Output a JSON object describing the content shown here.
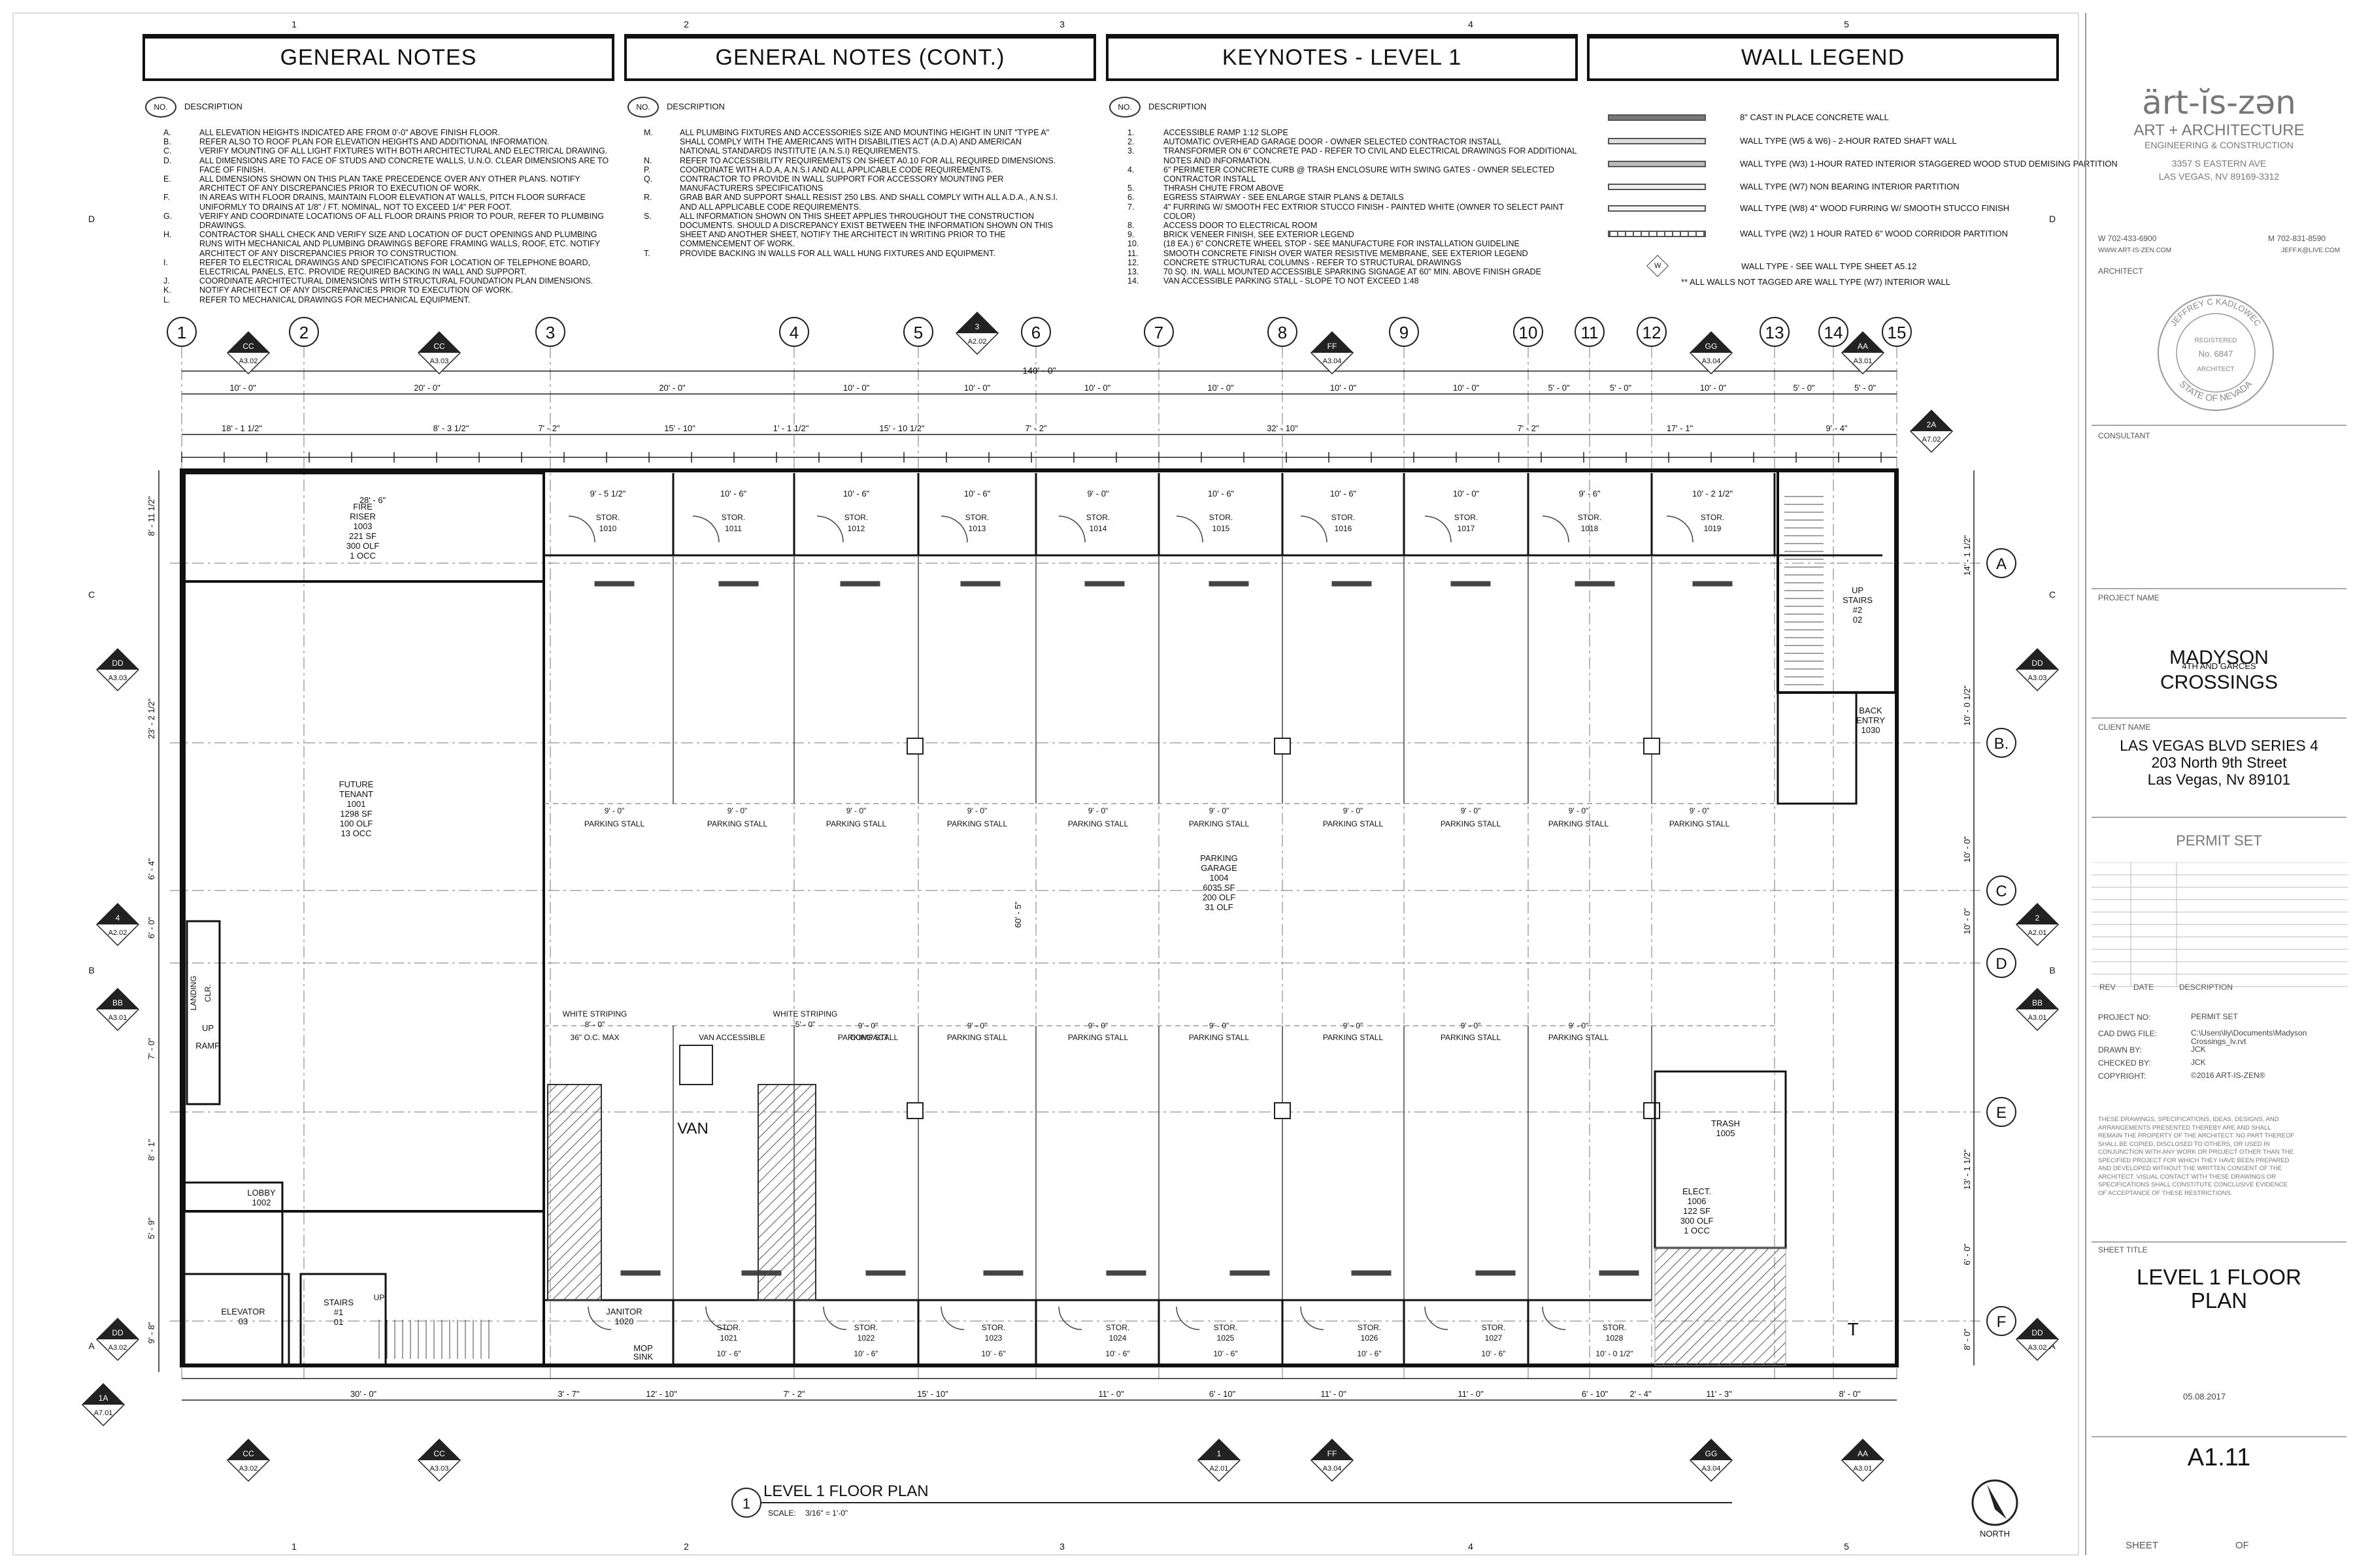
{
  "headers": {
    "general_notes": "GENERAL NOTES",
    "general_notes_cont": "GENERAL NOTES (CONT.)",
    "keynotes": "KEYNOTES - LEVEL 1",
    "wall_legend": "WALL LEGEND"
  },
  "no_label": "NO.",
  "description_label": "DESCRIPTION",
  "general_notes": [
    {
      "l": "A.",
      "t": "ALL ELEVATION HEIGHTS INDICATED ARE FROM 0'-0\" ABOVE FINISH FLOOR."
    },
    {
      "l": "B.",
      "t": "REFER ALSO TO ROOF PLAN FOR ELEVATION HEIGHTS AND ADDITIONAL INFORMATION."
    },
    {
      "l": "C.",
      "t": "VERIFY MOUNTING OF ALL LIGHT FIXTURES WITH BOTH ARCHITECTURAL AND ELECTRICAL DRAWING."
    },
    {
      "l": "D.",
      "t": "ALL DIMENSIONS ARE TO FACE OF STUDS AND CONCRETE WALLS, U.N.O. CLEAR DIMENSIONS ARE TO FACE OF FINISH."
    },
    {
      "l": "E.",
      "t": "ALL DIMENSIONS SHOWN ON THIS PLAN TAKE PRECEDENCE OVER ANY OTHER PLANS. NOTIFY ARCHITECT OF ANY DISCREPANCIES PRIOR TO EXECUTION OF WORK."
    },
    {
      "l": "F.",
      "t": "IN AREAS WITH FLOOR DRAINS, MAINTAIN FLOOR ELEVATION AT WALLS, PITCH FLOOR SURFACE UNIFORMLY TO DRAINS AT 1/8\" / FT. NOMINAL, NOT TO EXCEED 1/4\" PER FOOT."
    },
    {
      "l": "G.",
      "t": "VERIFY AND COORDINATE LOCATIONS OF ALL FLOOR DRAINS PRIOR TO POUR, REFER TO PLUMBING DRAWINGS."
    },
    {
      "l": "H.",
      "t": "CONTRACTOR SHALL CHECK AND VERIFY SIZE AND LOCATION OF DUCT OPENINGS AND PLUMBING RUNS WITH MECHANICAL AND PLUMBING DRAWINGS BEFORE FRAMING WALLS, ROOF, ETC. NOTIFY ARCHITECT OF ANY DISCREPANCIES PRIOR TO CONSTRUCTION."
    },
    {
      "l": "I.",
      "t": "REFER TO ELECTRICAL DRAWINGS AND SPECIFICATIONS FOR LOCATION OF TELEPHONE BOARD, ELECTRICAL PANELS, ETC. PROVIDE REQUIRED BACKING IN WALL AND SUPPORT."
    },
    {
      "l": "J.",
      "t": "COORDINATE ARCHITECTURAL DIMENSIONS WITH STRUCTURAL FOUNDATION PLAN DIMENSIONS."
    },
    {
      "l": "K.",
      "t": "NOTIFY ARCHITECT OF ANY DISCREPANCIES PRIOR TO EXECUTION OF WORK."
    },
    {
      "l": "L.",
      "t": "REFER TO MECHANICAL DRAWINGS FOR MECHANICAL EQUIPMENT."
    }
  ],
  "general_notes_cont": [
    {
      "l": "M.",
      "t": "ALL PLUMBING FIXTURES AND ACCESSORIES SIZE AND MOUNTING HEIGHT IN UNIT \"TYPE A\" SHALL COMPLY WITH THE AMERICANS WITH DISABILITIES ACT (A.D.A) AND AMERICAN NATIONAL STANDARDS INSTITUTE (A.N.S.I) REQUIREMENTS."
    },
    {
      "l": "N.",
      "t": "REFER TO ACCESSIBILITY REQUIREMENTS ON SHEET A0.10 FOR ALL REQUIRED DIMENSIONS."
    },
    {
      "l": "P.",
      "t": "COORDINATE WITH A.D.A, A.N.S.I AND ALL APPLICABLE CODE REQUIREMENTS."
    },
    {
      "l": "Q.",
      "t": "CONTRACTOR TO PROVIDE IN WALL SUPPORT FOR ACCESSORY MOUNTING PER MANUFACTURERS SPECIFICATIONS"
    },
    {
      "l": "R.",
      "t": "GRAB BAR AND SUPPORT SHALL RESIST 250 LBS. AND SHALL COMPLY WITH ALL A.D.A., A.N.S.I. AND ALL APPLICABLE CODE REQUIREMENTS."
    },
    {
      "l": "S.",
      "t": "ALL INFORMATION SHOWN ON THIS SHEET APPLIES THROUGHOUT THE CONSTRUCTION DOCUMENTS. SHOULD A DISCREPANCY EXIST BETWEEN THE INFORMATION SHOWN ON THIS SHEET AND ANOTHER SHEET, NOTIFY THE ARCHITECT IN WRITING PRIOR TO THE COMMENCEMENT OF WORK."
    },
    {
      "l": "T.",
      "t": "PROVIDE BACKING IN WALLS FOR ALL WALL HUNG FIXTURES AND EQUIPMENT."
    }
  ],
  "keynotes": [
    {
      "l": "1.",
      "t": "ACCESSIBLE RAMP 1:12 SLOPE"
    },
    {
      "l": "2.",
      "t": "AUTOMATIC OVERHEAD GARAGE DOOR - OWNER SELECTED CONTRACTOR INSTALL"
    },
    {
      "l": "3.",
      "t": "TRANSFORMER ON 6\" CONCRETE PAD - REFER TO CIVIL AND ELECTRICAL DRAWINGS FOR ADDITIONAL NOTES AND INFORMATION."
    },
    {
      "l": "4.",
      "t": "6\" PERIMETER CONCRETE CURB @ TRASH ENCLOSURE WITH SWING GATES - OWNER SELECTED CONTRACTOR INSTALL"
    },
    {
      "l": "5.",
      "t": "THRASH CHUTE FROM ABOVE"
    },
    {
      "l": "6.",
      "t": "EGRESS STAIRWAY - SEE ENLARGE STAIR PLANS & DETAILS"
    },
    {
      "l": "7.",
      "t": "4\" FURRING W/ SMOOTH FEC EXTRIOR STUCCO FINISH - PAINTED WHITE (OWNER TO SELECT PAINT COLOR)"
    },
    {
      "l": "8.",
      "t": "ACCESS DOOR TO ELECTRICAL ROOM"
    },
    {
      "l": "9.",
      "t": "BRICK VENEER FINISH, SEE EXTERIOR LEGEND"
    },
    {
      "l": "10.",
      "t": "(18 EA.) 6\" CONCRETE WHEEL STOP - SEE MANUFACTURE FOR INSTALLATION GUIDELINE"
    },
    {
      "l": "11.",
      "t": "SMOOTH CONCRETE FINISH OVER WATER RESISTIVE MEMBRANE, SEE EXTERIOR LEGEND"
    },
    {
      "l": "12.",
      "t": "CONCRETE STRUCTURAL COLUMNS - REFER TO STRUCTURAL DRAWINGS"
    },
    {
      "l": "13.",
      "t": "70 SQ. IN. WALL MOUNTED ACCESSIBLE SPARKING SIGNAGE AT 60\" MIN. ABOVE FINISH GRADE"
    },
    {
      "l": "14.",
      "t": "VAN ACCESSIBLE PARKING STALL - SLOPE TO NOT EXCEED 1:48"
    }
  ],
  "wall_legend": [
    {
      "t": "8\" CAST IN PLACE CONCRETE WALL"
    },
    {
      "t": "WALL TYPE (W5 & W6) - 2-HOUR RATED SHAFT WALL"
    },
    {
      "t": "WALL TYPE (W3) 1-HOUR RATED INTERIOR STAGGERED WOOD STUD DEMISING PARTITION"
    },
    {
      "t": "WALL TYPE (W7) NON BEARING INTERIOR PARTITION"
    },
    {
      "t": "WALL TYPE (W8) 4\" WOOD FURRING W/ SMOOTH STUCCO FINISH"
    },
    {
      "t": "WALL TYPE (W2) 1 HOUR RATED 6\" WOOD CORRIDOR PARTITION"
    },
    {
      "t": "WALL TYPE - SEE WALL TYPE SHEET A5.12"
    },
    {
      "t": "** ALL WALLS NOT TAGGED ARE WALL TYPE (W7) INTERIOR WALL"
    }
  ],
  "wall_tag": "W",
  "firm": {
    "logo": "ärt-ĭs-zən",
    "sub1": "ART + ARCHITECTURE",
    "sub2": "ENGINEERING & CONSTRUCTION",
    "addr1": "3357 S EASTERN AVE",
    "addr2": "LAS VEGAS, NV 89169-3312",
    "phone_w": "W 702-433-6900",
    "web": "WWW.ART-IS-ZEN.COM",
    "phone_m": "M 702-831-8590",
    "email": "JEFF.K@LIVE.COM"
  },
  "architect_label": "ARCHITECT",
  "seal": {
    "name": "JEFFREY C KADLOWEC",
    "reg": "REGISTERED",
    "no": "No. 6847",
    "arch": "ARCHITECT",
    "state": "STATE OF NEVADA"
  },
  "consultant_label": "CONSULTANT",
  "project_name_label": "PROJECT NAME",
  "project": {
    "line1": "MADYSON",
    "line2": "CROSSINGS",
    "location": "4TH AND GARCES"
  },
  "client_label": "CLIENT NAME",
  "client": {
    "line1": "LAS VEGAS BLVD SERIES 4",
    "line2": "203 North 9th Street",
    "line3": "Las Vegas, Nv 89101"
  },
  "permit_set": "PERMIT SET",
  "rev_head": {
    "rev": "REV",
    "date": "DATE",
    "desc": "DESCRIPTION"
  },
  "info": [
    {
      "k": "PROJECT NO:",
      "v": "PERMIT SET"
    },
    {
      "k": "CAD DWG FILE:",
      "v": "C:\\Users\\lly\\Documents\\Madyson Crossings_lv.rvt"
    },
    {
      "k": "DRAWN BY:",
      "v": "JCK"
    },
    {
      "k": "CHECKED BY:",
      "v": "JCK"
    },
    {
      "k": "COPYRIGHT:",
      "v": "©2016 ART-IS-ZEN®"
    }
  ],
  "disclaimer": "THESE DRAWINGS, SPECIFICATIONS, IDEAS, DESIGNS, AND ARRANGEMENTS PRESENTED THEREBY ARE AND SHALL REMAIN THE PROPERTY OF THE ARCHITECT. NO PART THEREOF SHALL BE COPIED, DISCLOSED TO OTHERS, OR USED IN CONJUNCTION WITH ANY WORK OR PROJECT OTHER THAN THE SPECIFIED PROJECT FOR WHICH THEY HAVE BEEN PREPARED AND DEVELOPED WITHOUT THE WRITTEN CONSENT OF THE ARCHITECT. VISUAL CONTACT WITH THESE DRAWINGS OR SPECIFICATIONS SHALL CONSTITUTE CONCLUSIVE EVIDENCE OF ACCEPTANCE OF THESE RESTRICTIONS.",
  "sheet_title_label": "SHEET TITLE",
  "sheet_title": {
    "line1": "LEVEL 1 FLOOR",
    "line2": "PLAN"
  },
  "date": "05.08.2017",
  "sheet_no": "A1.11",
  "sheet_label": "SHEET",
  "of_label": "OF",
  "drawing": {
    "num": "1",
    "title": "LEVEL 1 FLOOR PLAN",
    "scale_label": "SCALE:",
    "scale": "3/16\" = 1'-0\""
  },
  "north": "NORTH",
  "grid_cols": [
    "1",
    "2",
    "3",
    "4",
    "5",
    "6",
    "7",
    "8",
    "9",
    "10",
    "11",
    "12",
    "13",
    "14",
    "15"
  ],
  "grid_rows": [
    "A",
    "B.",
    "C",
    "D",
    "E",
    "F"
  ],
  "ref_cols": [
    "1",
    "2",
    "3",
    "4",
    "5"
  ],
  "ref_rows": [
    "D",
    "C",
    "B",
    "A"
  ],
  "overall_dim": "140' - 0\"",
  "top_dims": [
    "10' - 0\"",
    "20' - 0\"",
    "20' - 0\"",
    "10' - 0\"",
    "10' - 0\"",
    "10' - 0\"",
    "10' - 0\"",
    "10' - 0\"",
    "10' - 0\"",
    "5' - 0\"",
    "5' - 0\"",
    "10' - 0\"",
    "5' - 0\"",
    "5' - 0\""
  ],
  "top_dims2": [
    "18' - 1 1/2\"",
    "8' - 3 1/2\"",
    "7' - 2\"",
    "15' - 10\"",
    "1' - 1 1/2\"",
    "15' - 10 1/2\"",
    "7' - 2\"",
    "32' - 10\"",
    "7' - 2\"",
    "17' - 1\"",
    "9' - 4\""
  ],
  "bottom_dims": [
    "30' - 0\"",
    "3' - 7\"",
    "12' - 10\"",
    "7' - 2\"",
    "15' - 10\"",
    "11' - 0\"",
    "6' - 10\"",
    "11' - 0\"",
    "11' - 0\"",
    "6' - 10\"",
    "2' - 4\"",
    "11' - 3\"",
    "8' - 0\""
  ],
  "left_dims": [
    "8' - 11 1/2\"",
    "23' - 2 1/2\"",
    "6' - 4\"",
    "6' - 0\"",
    "7' - 0\"",
    "8' - 1\"",
    "5' - 9\"",
    "9' - 8\""
  ],
  "right_dims": [
    "14' - 1 1/2\"",
    "10' - 0 1/2\"",
    "10' - 0\"",
    "10' - 0\"",
    "13' - 1 1/2\"",
    "6' - 0\"",
    "8' - 0\""
  ],
  "rooms": {
    "fire": [
      "FIRE",
      "RISER",
      "1003",
      "221 SF",
      "300 OLF",
      "1 OCC"
    ],
    "tenant": [
      "FUTURE",
      "TENANT",
      "1001",
      "1298 SF",
      "100 OLF",
      "13 OCC"
    ],
    "garage": [
      "PARKING",
      "GARAGE",
      "1004",
      "6035 SF",
      "200 OLF",
      "31 OLF"
    ],
    "lobby": [
      "LOBBY",
      "1002"
    ],
    "elevator": [
      "ELEVATOR",
      "03"
    ],
    "stairs1": [
      "STAIRS",
      "#1",
      "01"
    ],
    "stairs2": [
      "UP",
      "STAIRS",
      "#2",
      "02"
    ],
    "back": [
      "BACK",
      "ENTRY",
      "1030"
    ],
    "trash": [
      "TRASH",
      "1005"
    ],
    "elect": [
      "ELECT.",
      "1006",
      "122 SF",
      "300 OLF",
      "1 OCC"
    ],
    "janitor": [
      "JANITOR",
      "1020"
    ],
    "mop": [
      "MOP",
      "SINK"
    ]
  },
  "stor_top": [
    {
      "n": "1010",
      "w": "9' - 5 1/2\""
    },
    {
      "n": "1011",
      "w": "10' - 6\""
    },
    {
      "n": "1012",
      "w": "10' - 6\""
    },
    {
      "n": "1013",
      "w": "10' - 6\""
    },
    {
      "n": "1014",
      "w": "9' - 0\""
    },
    {
      "n": "1015",
      "w": "10' - 6\""
    },
    {
      "n": "1016",
      "w": "10' - 6\""
    },
    {
      "n": "1017",
      "w": "10' - 0\""
    },
    {
      "n": "1018",
      "w": "9' - 6\""
    },
    {
      "n": "1019",
      "w": "10' - 2 1/2\""
    }
  ],
  "stor_bottom": [
    {
      "n": "1021",
      "w": "10' - 6\""
    },
    {
      "n": "1022",
      "w": "10' - 6\""
    },
    {
      "n": "1023",
      "w": "10' - 6\""
    },
    {
      "n": "1024",
      "w": "10' - 6\""
    },
    {
      "n": "1025",
      "w": "10' - 6\""
    },
    {
      "n": "1026",
      "w": "10' - 6\""
    },
    {
      "n": "1027",
      "w": "10' - 6\""
    },
    {
      "n": "1028",
      "w": "10' - 0 1/2\""
    }
  ],
  "stor_label": "STOR.",
  "parking_stall": "PARKING STALL",
  "stall_w": "9' - 0\"",
  "misc": {
    "van": "VAN",
    "van_access": "VAN ACCESSIBLE",
    "white_striping": "WHITE STRIPING",
    "o_c_max": "36\" O.C. MAX",
    "compact": "COMPACT",
    "ramp": "RAMP",
    "up": "UP",
    "landing": "LANDING",
    "clr": "CLR.",
    "t_mark": "T",
    "garage_dim": "60' - 5\"",
    "tenant_w": "28' - 6\"",
    "striping_w": "8' - 0\"",
    "striping_w2": "5' - 0\""
  },
  "section_tags": [
    {
      "k": "CC",
      "s": "A3.02"
    },
    {
      "k": "CC",
      "s": "A3.03"
    },
    {
      "k": "3",
      "s": "A2.02"
    },
    {
      "k": "FF",
      "s": "A3.04"
    },
    {
      "k": "GG",
      "s": "A3.04"
    },
    {
      "k": "AA",
      "s": "A3.01"
    },
    {
      "k": "DD",
      "s": "A3.03"
    },
    {
      "k": "4",
      "s": "A2.02"
    },
    {
      "k": "BB",
      "s": "A3.01"
    },
    {
      "k": "DD",
      "s": "A3.02"
    },
    {
      "k": "1A",
      "s": "A7.01"
    },
    {
      "k": "2A",
      "s": "A7.02"
    },
    {
      "k": "DD",
      "s": "A3.03"
    },
    {
      "k": "2",
      "s": "A2.01"
    },
    {
      "k": "BB",
      "s": "A3.01"
    },
    {
      "k": "DD",
      "s": "A3.02"
    },
    {
      "k": "CC",
      "s": "A3.02"
    },
    {
      "k": "CC",
      "s": "A3.03"
    },
    {
      "k": "1",
      "s": "A2.01"
    },
    {
      "k": "FF",
      "s": "A3.04"
    },
    {
      "k": "GG",
      "s": "A3.04"
    },
    {
      "k": "AA",
      "s": "A3.01"
    }
  ]
}
